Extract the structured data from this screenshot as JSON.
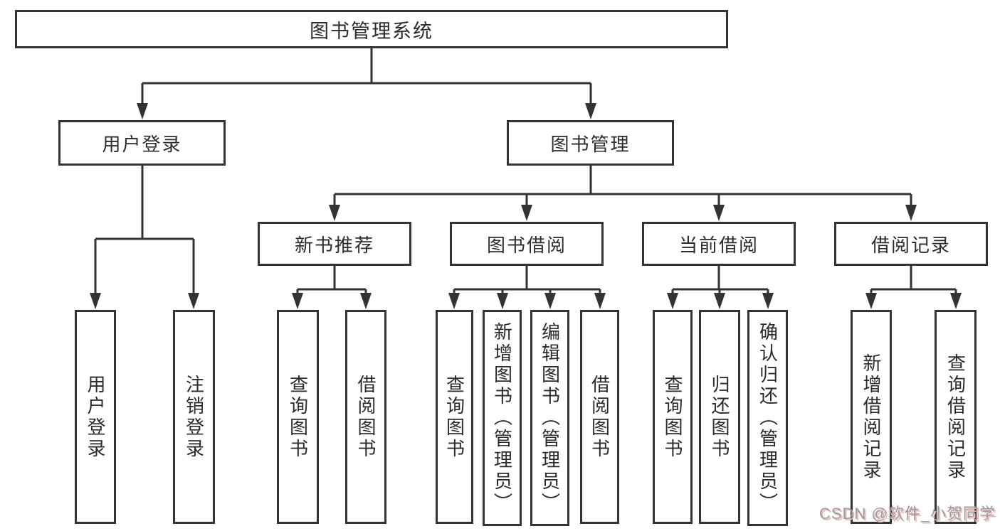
{
  "root": {
    "label": "图书管理系统"
  },
  "level2": [
    {
      "label": "用户登录"
    },
    {
      "label": "图书管理"
    }
  ],
  "level3": [
    {
      "label": "新书推荐"
    },
    {
      "label": "图书借阅"
    },
    {
      "label": "当前借阅"
    },
    {
      "label": "借阅记录"
    }
  ],
  "leaves": [
    {
      "label": "用户登录"
    },
    {
      "label": "注销登录"
    },
    {
      "label": "查询图书"
    },
    {
      "label": "借阅图书"
    },
    {
      "label": "查询图书"
    },
    {
      "label": "新增图书（管理员）"
    },
    {
      "label": "编辑图书（管理员）"
    },
    {
      "label": "借阅图书"
    },
    {
      "label": "查询图书"
    },
    {
      "label": "归还图书"
    },
    {
      "label": "确认归还（管理员）"
    },
    {
      "label": "新增借阅记录"
    },
    {
      "label": "查询借阅记录"
    }
  ],
  "watermark": {
    "text": "CSDN @软件_小贺同学"
  },
  "colors": {
    "line": "#333333",
    "box_border": "#333333",
    "text": "#2b2b2b",
    "background": "#ffffff",
    "watermark_text": "#9c9c9c",
    "watermark_shadow": "#e9b6b2"
  }
}
